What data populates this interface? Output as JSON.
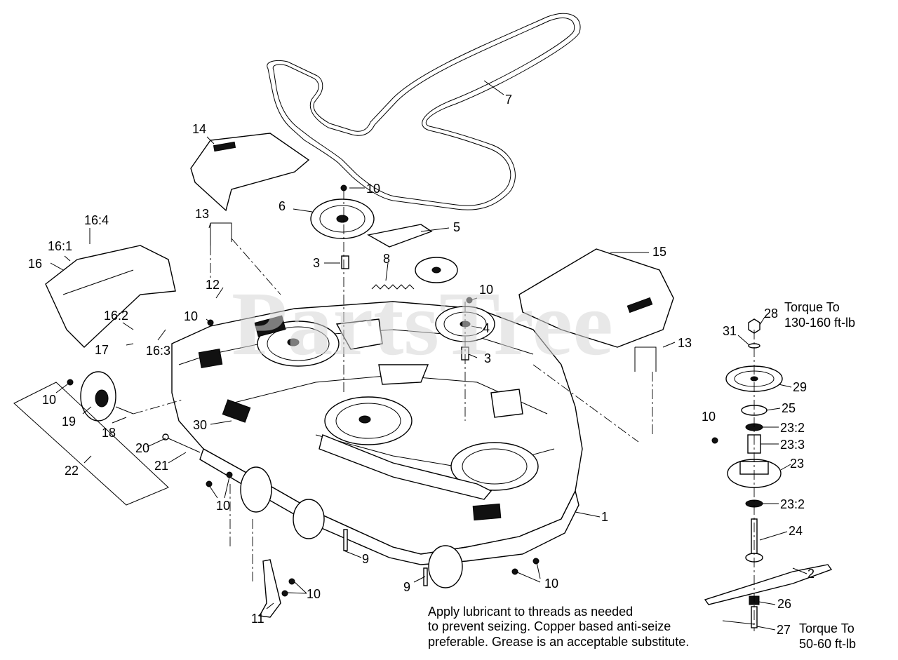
{
  "watermark": "PartsTree",
  "labels": [
    {
      "id": "1",
      "text": "1"
    },
    {
      "id": "2",
      "text": "2"
    },
    {
      "id": "3a",
      "text": "3"
    },
    {
      "id": "3b",
      "text": "3"
    },
    {
      "id": "4",
      "text": "4"
    },
    {
      "id": "5",
      "text": "5"
    },
    {
      "id": "6",
      "text": "6"
    },
    {
      "id": "7",
      "text": "7"
    },
    {
      "id": "8",
      "text": "8"
    },
    {
      "id": "9a",
      "text": "9"
    },
    {
      "id": "9b",
      "text": "9"
    },
    {
      "id": "10a",
      "text": "10"
    },
    {
      "id": "10b",
      "text": "10"
    },
    {
      "id": "10c",
      "text": "10"
    },
    {
      "id": "10d",
      "text": "10"
    },
    {
      "id": "10e",
      "text": "10"
    },
    {
      "id": "10f",
      "text": "10"
    },
    {
      "id": "10g",
      "text": "10"
    },
    {
      "id": "10h",
      "text": "10"
    },
    {
      "id": "11",
      "text": "11"
    },
    {
      "id": "12",
      "text": "12"
    },
    {
      "id": "13a",
      "text": "13"
    },
    {
      "id": "13b",
      "text": "13"
    },
    {
      "id": "14",
      "text": "14"
    },
    {
      "id": "15",
      "text": "15"
    },
    {
      "id": "16",
      "text": "16"
    },
    {
      "id": "16_1",
      "text": "16:1"
    },
    {
      "id": "16_2",
      "text": "16:2"
    },
    {
      "id": "16_3",
      "text": "16:3"
    },
    {
      "id": "16_4",
      "text": "16:4"
    },
    {
      "id": "17",
      "text": "17"
    },
    {
      "id": "18",
      "text": "18"
    },
    {
      "id": "19",
      "text": "19"
    },
    {
      "id": "20",
      "text": "20"
    },
    {
      "id": "21",
      "text": "21"
    },
    {
      "id": "22",
      "text": "22"
    },
    {
      "id": "23",
      "text": "23"
    },
    {
      "id": "23_2a",
      "text": "23:2"
    },
    {
      "id": "23_2b",
      "text": "23:2"
    },
    {
      "id": "23_3",
      "text": "23:3"
    },
    {
      "id": "24",
      "text": "24"
    },
    {
      "id": "25",
      "text": "25"
    },
    {
      "id": "26",
      "text": "26"
    },
    {
      "id": "27",
      "text": "27"
    },
    {
      "id": "28",
      "text": "28"
    },
    {
      "id": "29",
      "text": "29"
    },
    {
      "id": "30",
      "text": "30"
    },
    {
      "id": "31",
      "text": "31"
    }
  ],
  "torque_notes": {
    "top_line1": "Torque To",
    "top_line2": "130-160 ft-lb",
    "bottom_line1": "Torque To",
    "bottom_line2": "50-60 ft-lb"
  },
  "lubricant_note": {
    "line1": "Apply lubricant to threads as needed",
    "line2": "to prevent seizing. Copper based anti-seize",
    "line3": "preferable. Grease is an acceptable substitute."
  }
}
